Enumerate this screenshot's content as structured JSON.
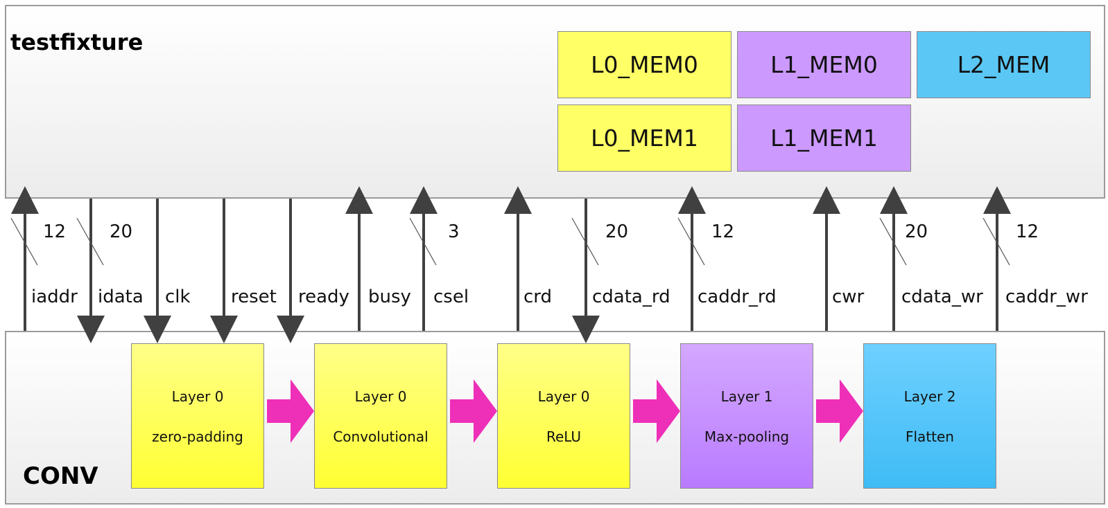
{
  "testfixture": {
    "title": "testfixture"
  },
  "conv": {
    "title": "CONV"
  },
  "memories": [
    {
      "label": "L0_MEM0",
      "color": "#ffff66"
    },
    {
      "label": "L1_MEM0",
      "color": "#cc99ff"
    },
    {
      "label": "L2_MEM",
      "color": "#5bc7f5"
    },
    {
      "label": "L0_MEM1",
      "color": "#ffff66"
    },
    {
      "label": "L1_MEM1",
      "color": "#cc99ff"
    }
  ],
  "signals": [
    {
      "name": "iaddr",
      "direction": "up",
      "width": "12"
    },
    {
      "name": "idata",
      "direction": "down",
      "width": "20"
    },
    {
      "name": "clk",
      "direction": "down",
      "width": ""
    },
    {
      "name": "reset",
      "direction": "down",
      "width": ""
    },
    {
      "name": "ready",
      "direction": "down",
      "width": ""
    },
    {
      "name": "busy",
      "direction": "up",
      "width": ""
    },
    {
      "name": "csel",
      "direction": "up",
      "width": "3"
    },
    {
      "name": "crd",
      "direction": "up",
      "width": ""
    },
    {
      "name": "cdata_rd",
      "direction": "down",
      "width": "20"
    },
    {
      "name": "caddr_rd",
      "direction": "up",
      "width": "12"
    },
    {
      "name": "cwr",
      "direction": "up",
      "width": ""
    },
    {
      "name": "cdata_wr",
      "direction": "up",
      "width": "20"
    },
    {
      "name": "caddr_wr",
      "direction": "up",
      "width": "12"
    }
  ],
  "layers": [
    {
      "line1": "Layer 0",
      "line2": "zero-padding",
      "color": "#ffff44"
    },
    {
      "line1": "Layer 0",
      "line2": "Convolutional",
      "color": "#ffff44"
    },
    {
      "line1": "Layer 0",
      "line2": "ReLU",
      "color": "#ffff44"
    },
    {
      "line1": "Layer 1",
      "line2": "Max-pooling",
      "color": "#c58cff"
    },
    {
      "line1": "Layer 2",
      "line2": "Flatten",
      "color": "#4fc3f7"
    }
  ],
  "colors": {
    "wire": "#404040",
    "flow_arrow": "#ee2fb8"
  }
}
